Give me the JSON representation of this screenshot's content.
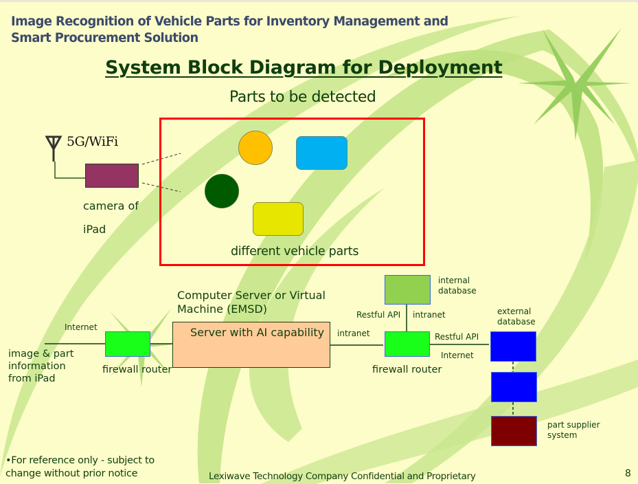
{
  "slide": {
    "header_title_line1": "Image Recognition of Vehicle Parts for Inventory Management and",
    "header_title_line2": "Smart Procurement Solution",
    "main_title": "System Block Diagram for Deployment",
    "subtitle": "Parts to be detected",
    "page_number": "8"
  },
  "camera": {
    "antenna_label": "5G/WiFi",
    "label_line1": "camera of",
    "label_line2": "iPad",
    "color": "#943463"
  },
  "parts_box": {
    "caption": "different vehicle parts",
    "border_color": "#ff0000",
    "parts": [
      {
        "shape": "circle",
        "color": "#ffc000"
      },
      {
        "shape": "rounded-rect",
        "color": "#00b0f0"
      },
      {
        "shape": "circle",
        "color": "#005a00"
      },
      {
        "shape": "rounded-rect",
        "color": "#e6e600"
      }
    ]
  },
  "network": {
    "input_label_line1": "image & part",
    "input_label_line2": "information",
    "input_label_line3": "from iPad",
    "internet_label_left": "Internet",
    "firewall_left_label": "firewall router",
    "server_group_line1": "Computer Server or Virtual",
    "server_group_line2": "Machine (EMSD)",
    "server_label": "Server with AI capability",
    "intranet_label_server": "intranet",
    "firewall_right_label": "firewall router",
    "internal_db_line1": "internal",
    "internal_db_line2": "database",
    "restful_api_internal": "Restful API",
    "intranet_internal": "intranet",
    "restful_api_external": "Restful API",
    "internet_label_right": "Internet",
    "external_db_line1": "external",
    "external_db_line2": "database",
    "supplier_line1": "part supplier",
    "supplier_line2": "system",
    "colors": {
      "firewall": "#19ff19",
      "server": "#ffcc99",
      "internal_db": "#92d050",
      "external_db": "#0000ff",
      "supplier": "#7f0000"
    }
  },
  "footer": {
    "disclaimer_line1": "•For reference only - subject to",
    "disclaimer_line2": "change without prior notice",
    "confidential": "Lexiwave Technology Company Confidential and Proprietary"
  }
}
